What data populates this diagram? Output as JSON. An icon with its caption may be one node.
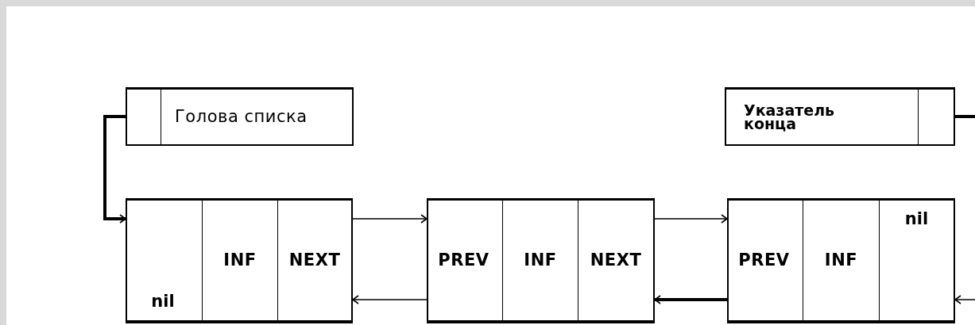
{
  "diagram": {
    "nodes": [
      {
        "text": [
          "Голова списка"
        ]
      },
      {
        "text": [],
        "shape": "box",
        "in": 0
      },
      {
        "text": [
          "Указатель конца"
        ]
      },
      {
        "text": [],
        "shape": "box",
        "in": 2
      },
      {
        "text": [],
        "shape": "box"
      },
      {
        "text": [
          "nil"
        ],
        "in": 4
      },
      {
        "text": [
          "INF"
        ],
        "in": 4
      },
      {
        "text": [
          "NEXT"
        ],
        "in": 4
      },
      {
        "text": [],
        "shape": "box"
      },
      {
        "text": [
          "PREV"
        ],
        "in": 8
      },
      {
        "text": [
          "INF"
        ],
        "in": 8
      },
      {
        "text": [
          "NEXT"
        ],
        "in": 8
      },
      {
        "text": [],
        "shape": "box"
      },
      {
        "text": [
          "PREV"
        ],
        "in": 12
      },
      {
        "text": [
          "INF"
        ],
        "in": 12
      },
      {
        "text": [
          "nil"
        ],
        "in": 12
      }
    ],
    "edges": [
      {
        "from": 1,
        "to": 4,
        "arrow": "to",
        "style": "thick"
      },
      {
        "from": 3,
        "to": null,
        "arrow": "none",
        "style": "thick"
      },
      {
        "from": 7,
        "to": 8,
        "arrow": "to"
      },
      {
        "from": 9,
        "to": 4,
        "arrow": "to"
      },
      {
        "from": 11,
        "to": 12,
        "arrow": "to"
      },
      {
        "from": 13,
        "to": 8,
        "arrow": "to",
        "style": "thick"
      },
      {
        "from": null,
        "to": 12,
        "arrow": "to"
      }
    ]
  }
}
